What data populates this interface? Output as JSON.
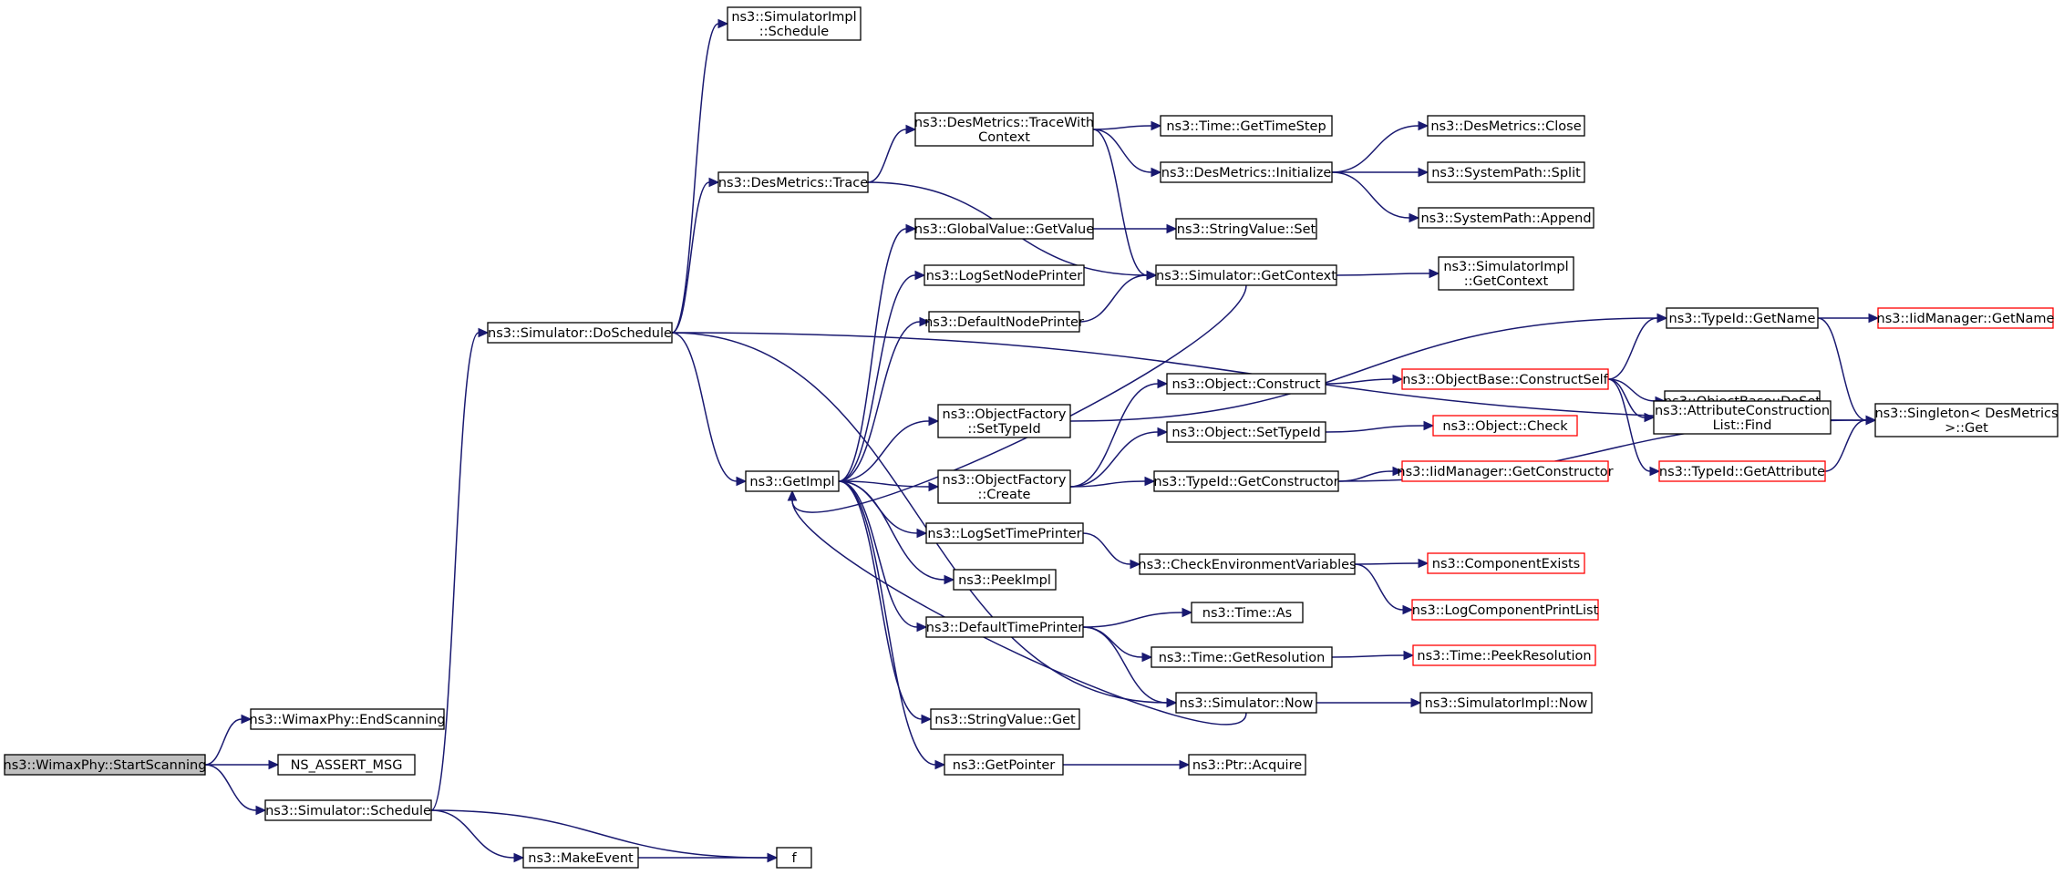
{
  "nodes": [
    {
      "id": "startscanning",
      "lines": [
        "ns3::WimaxPhy::StartScanning"
      ],
      "color": "root"
    },
    {
      "id": "endscanning",
      "lines": [
        "ns3::WimaxPhy::EndScanning"
      ]
    },
    {
      "id": "nsassert",
      "lines": [
        "NS_ASSERT_MSG"
      ]
    },
    {
      "id": "schedule",
      "lines": [
        "ns3::Simulator::Schedule"
      ]
    },
    {
      "id": "makeevent",
      "lines": [
        "ns3::MakeEvent"
      ]
    },
    {
      "id": "f",
      "lines": [
        "f"
      ]
    },
    {
      "id": "doschedule",
      "lines": [
        "ns3::Simulator::DoSchedule"
      ]
    },
    {
      "id": "simimplschedule",
      "lines": [
        "ns3::SimulatorImpl",
        "::Schedule"
      ]
    },
    {
      "id": "desmetricstrace",
      "lines": [
        "ns3::DesMetrics::Trace"
      ]
    },
    {
      "id": "tracewithcontext",
      "lines": [
        "ns3::DesMetrics::TraceWith",
        "Context"
      ]
    },
    {
      "id": "gettimestep",
      "lines": [
        "ns3::Time::GetTimeStep"
      ]
    },
    {
      "id": "initialize",
      "lines": [
        "ns3::DesMetrics::Initialize"
      ]
    },
    {
      "id": "close",
      "lines": [
        "ns3::DesMetrics::Close"
      ]
    },
    {
      "id": "split",
      "lines": [
        "ns3::SystemPath::Split"
      ]
    },
    {
      "id": "append",
      "lines": [
        "ns3::SystemPath::Append"
      ]
    },
    {
      "id": "getimpl",
      "lines": [
        "ns3::GetImpl"
      ]
    },
    {
      "id": "globalvalue",
      "lines": [
        "ns3::GlobalValue::GetValue"
      ]
    },
    {
      "id": "stringvalueset",
      "lines": [
        "ns3::StringValue::Set"
      ]
    },
    {
      "id": "getcontext",
      "lines": [
        "ns3::Simulator::GetContext"
      ]
    },
    {
      "id": "simimplgetcontext",
      "lines": [
        "ns3::SimulatorImpl",
        "::GetContext"
      ]
    },
    {
      "id": "logsetnodeprinter",
      "lines": [
        "ns3::LogSetNodePrinter"
      ]
    },
    {
      "id": "defaultnodeprinter",
      "lines": [
        "ns3::DefaultNodePrinter"
      ]
    },
    {
      "id": "typeidgetname",
      "lines": [
        "ns3::TypeId::GetName"
      ]
    },
    {
      "id": "iidgetname",
      "lines": [
        "ns3::IidManager::GetName"
      ],
      "color": "red"
    },
    {
      "id": "singletonget",
      "lines": [
        "ns3::Singleton< DesMetrics",
        " >::Get"
      ]
    },
    {
      "id": "objfactorysettypeid",
      "lines": [
        "ns3::ObjectFactory",
        "::SetTypeId"
      ]
    },
    {
      "id": "objectconstruct",
      "lines": [
        "ns3::Object::Construct"
      ]
    },
    {
      "id": "constructself",
      "lines": [
        "ns3::ObjectBase::ConstructSelf"
      ],
      "color": "red"
    },
    {
      "id": "doset",
      "lines": [
        "ns3::ObjectBase::DoSet"
      ]
    },
    {
      "id": "attrconstructionlist",
      "lines": [
        "ns3::AttributeConstruction",
        "List::Find"
      ]
    },
    {
      "id": "getattribute",
      "lines": [
        "ns3::TypeId::GetAttribute"
      ],
      "color": "red"
    },
    {
      "id": "objectsettypeid",
      "lines": [
        "ns3::Object::SetTypeId"
      ]
    },
    {
      "id": "objectcheck",
      "lines": [
        "ns3::Object::Check"
      ],
      "color": "red"
    },
    {
      "id": "objfactorycreate",
      "lines": [
        "ns3::ObjectFactory",
        "::Create"
      ]
    },
    {
      "id": "getconstructor",
      "lines": [
        "ns3::TypeId::GetConstructor"
      ]
    },
    {
      "id": "iidgetconstructor",
      "lines": [
        "ns3::IidManager::GetConstructor"
      ],
      "color": "red"
    },
    {
      "id": "logsettimeprinter",
      "lines": [
        "ns3::LogSetTimePrinter"
      ]
    },
    {
      "id": "checkenv",
      "lines": [
        "ns3::CheckEnvironmentVariables"
      ]
    },
    {
      "id": "componentexists",
      "lines": [
        "ns3::ComponentExists"
      ],
      "color": "red"
    },
    {
      "id": "logcomponentprintlist",
      "lines": [
        "ns3::LogComponentPrintList"
      ],
      "color": "red"
    },
    {
      "id": "peekimpl",
      "lines": [
        "ns3::PeekImpl"
      ]
    },
    {
      "id": "defaulttimeprinter",
      "lines": [
        "ns3::DefaultTimePrinter"
      ]
    },
    {
      "id": "timeas",
      "lines": [
        "ns3::Time::As"
      ]
    },
    {
      "id": "timegetresolution",
      "lines": [
        "ns3::Time::GetResolution"
      ]
    },
    {
      "id": "peekresolution",
      "lines": [
        "ns3::Time::PeekResolution"
      ],
      "color": "red"
    },
    {
      "id": "simulatornow",
      "lines": [
        "ns3::Simulator::Now"
      ]
    },
    {
      "id": "simimplnow",
      "lines": [
        "ns3::SimulatorImpl::Now"
      ]
    },
    {
      "id": "stringvalueget",
      "lines": [
        "ns3::StringValue::Get"
      ]
    },
    {
      "id": "getpointer",
      "lines": [
        "ns3::GetPointer"
      ]
    },
    {
      "id": "ptracquire",
      "lines": [
        "ns3::Ptr::Acquire"
      ]
    }
  ],
  "edges": [
    [
      "startscanning",
      "endscanning"
    ],
    [
      "startscanning",
      "nsassert"
    ],
    [
      "startscanning",
      "schedule"
    ],
    [
      "schedule",
      "makeevent"
    ],
    [
      "schedule",
      "f"
    ],
    [
      "schedule",
      "doschedule"
    ],
    [
      "makeevent",
      "f"
    ],
    [
      "doschedule",
      "simimplschedule"
    ],
    [
      "doschedule",
      "desmetricstrace"
    ],
    [
      "doschedule",
      "singletonget"
    ],
    [
      "doschedule",
      "getimpl"
    ],
    [
      "doschedule",
      "simulatornow"
    ],
    [
      "desmetricstrace",
      "tracewithcontext"
    ],
    [
      "desmetricstrace",
      "getcontext"
    ],
    [
      "tracewithcontext",
      "gettimestep"
    ],
    [
      "tracewithcontext",
      "initialize"
    ],
    [
      "tracewithcontext",
      "getcontext"
    ],
    [
      "initialize",
      "close"
    ],
    [
      "initialize",
      "split"
    ],
    [
      "initialize",
      "append"
    ],
    [
      "getimpl",
      "globalvalue"
    ],
    [
      "getimpl",
      "logsetnodeprinter"
    ],
    [
      "getimpl",
      "defaultnodeprinter"
    ],
    [
      "getimpl",
      "objfactorysettypeid"
    ],
    [
      "getimpl",
      "objfactorycreate"
    ],
    [
      "getimpl",
      "logsettimeprinter"
    ],
    [
      "getimpl",
      "peekimpl"
    ],
    [
      "getimpl",
      "defaulttimeprinter"
    ],
    [
      "getimpl",
      "stringvalueget"
    ],
    [
      "getimpl",
      "getpointer"
    ],
    [
      "globalvalue",
      "stringvalueset"
    ],
    [
      "getcontext",
      "simimplgetcontext"
    ],
    [
      "getcontext",
      "getimpl"
    ],
    [
      "defaultnodeprinter",
      "getcontext"
    ],
    [
      "objfactorysettypeid",
      "typeidgetname"
    ],
    [
      "typeidgetname",
      "iidgetname"
    ],
    [
      "typeidgetname",
      "singletonget"
    ],
    [
      "objfactorycreate",
      "objectconstruct"
    ],
    [
      "objfactorycreate",
      "objectsettypeid"
    ],
    [
      "objfactorycreate",
      "getconstructor"
    ],
    [
      "objectconstruct",
      "constructself"
    ],
    [
      "constructself",
      "typeidgetname"
    ],
    [
      "constructself",
      "doset"
    ],
    [
      "constructself",
      "attrconstructionlist"
    ],
    [
      "constructself",
      "getattribute"
    ],
    [
      "getattribute",
      "singletonget"
    ],
    [
      "objectsettypeid",
      "objectcheck"
    ],
    [
      "getconstructor",
      "iidgetconstructor"
    ],
    [
      "getconstructor",
      "singletonget"
    ],
    [
      "logsettimeprinter",
      "checkenv"
    ],
    [
      "checkenv",
      "componentexists"
    ],
    [
      "checkenv",
      "logcomponentprintlist"
    ],
    [
      "defaulttimeprinter",
      "timeas"
    ],
    [
      "defaulttimeprinter",
      "timegetresolution"
    ],
    [
      "defaulttimeprinter",
      "simulatornow"
    ],
    [
      "timegetresolution",
      "peekresolution"
    ],
    [
      "simulatornow",
      "simimplnow"
    ],
    [
      "simulatornow",
      "getimpl"
    ],
    [
      "getpointer",
      "ptracquire"
    ]
  ]
}
